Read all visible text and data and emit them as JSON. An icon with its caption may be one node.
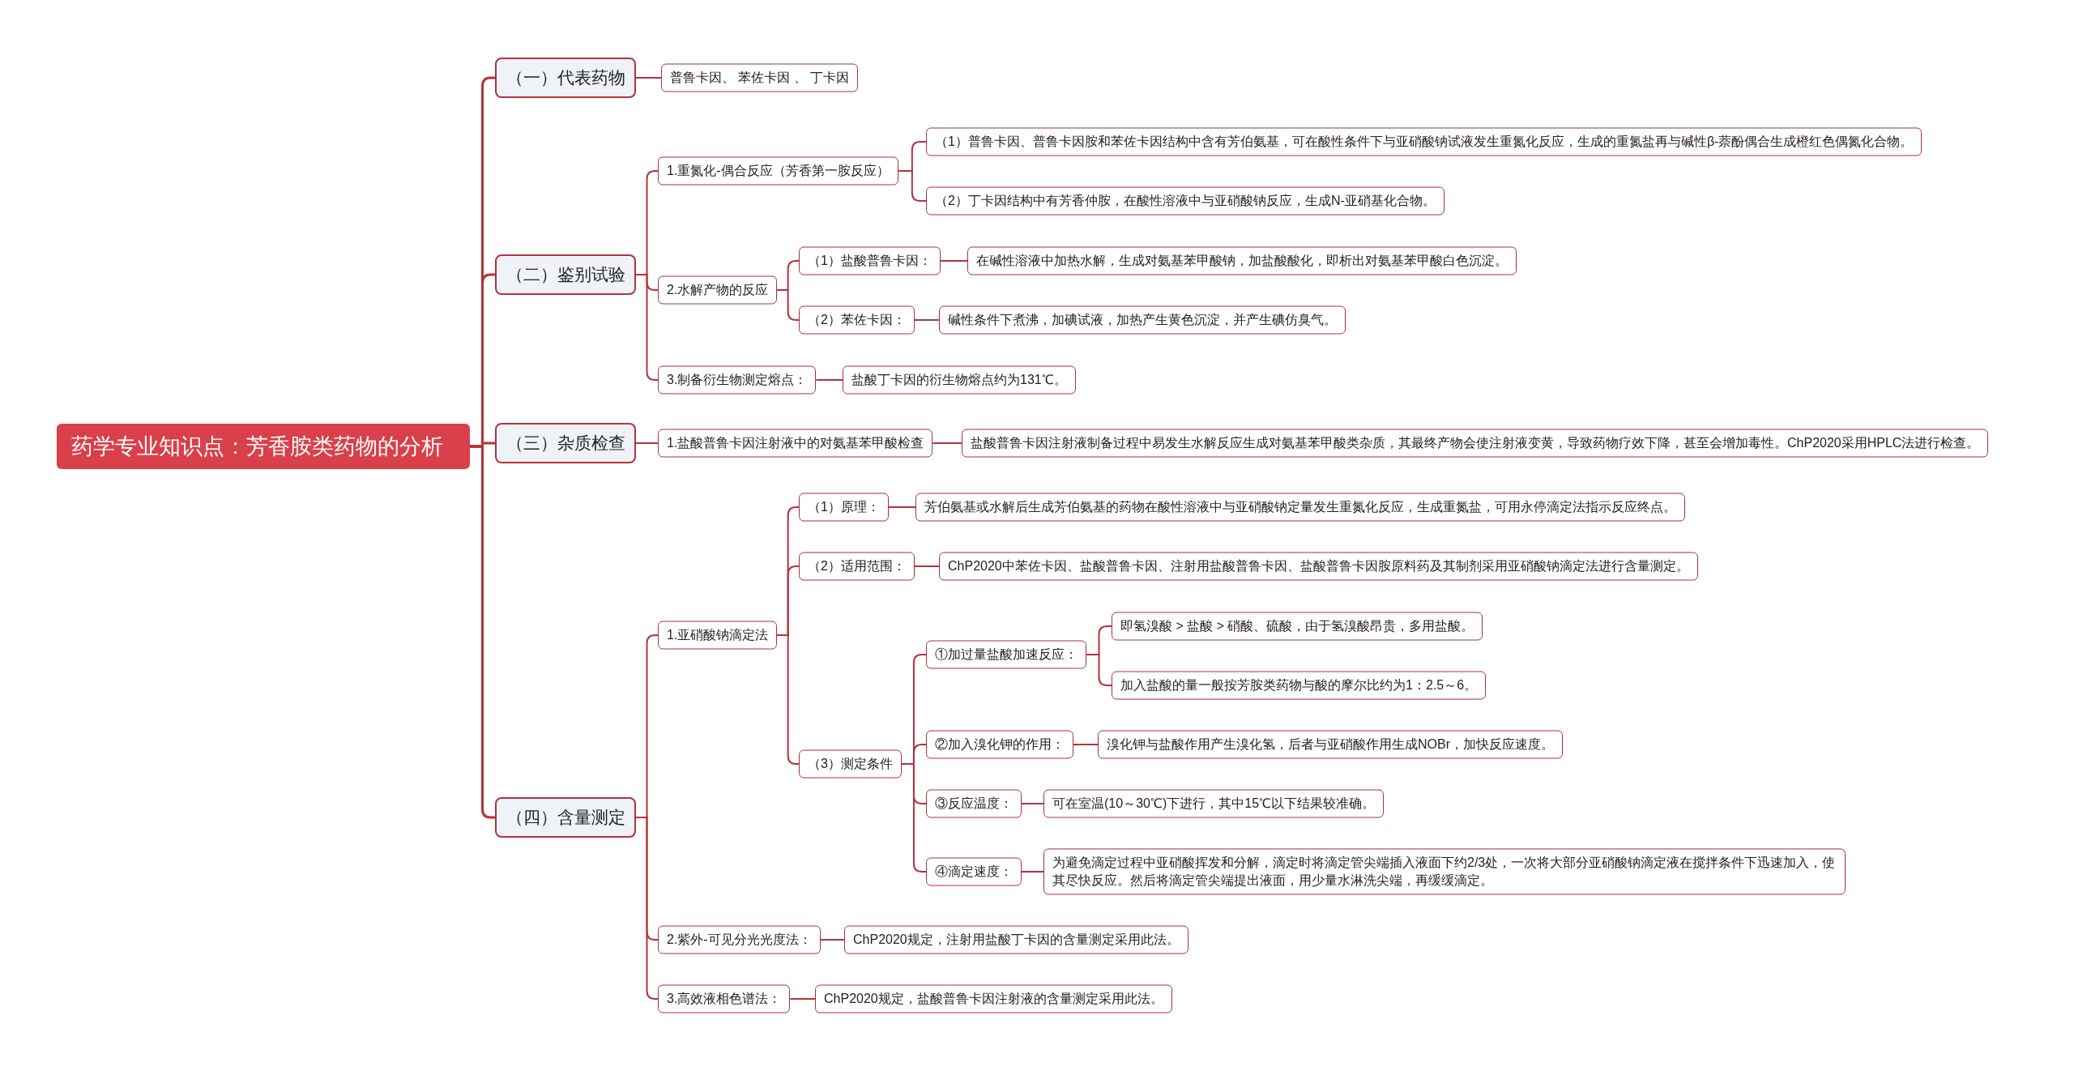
{
  "diagram": {
    "nodes": [
      {
        "text": [
          "药学专业知识点：芳香胺类药物的分析"
        ]
      },
      {
        "text": [
          "（一）代表药物"
        ]
      },
      {
        "text": [
          "普鲁卡因、 苯佐卡因 、 丁卡因"
        ]
      },
      {
        "text": [
          "（二）鉴别试验"
        ]
      },
      {
        "text": [
          "1.重氮化-偶合反应（芳香第一胺反应）"
        ]
      },
      {
        "text": [
          "（1）普鲁卡因、普鲁卡因胺和苯佐卡因结构中含有芳伯氨基，可在酸性条件下与亚硝酸钠试液发生重氮化反应，生成的重氮盐再与碱性β-萘酚偶合生成橙红色偶氮化合物。"
        ]
      },
      {
        "text": [
          "（2）丁卡因结构中有芳香仲胺，在酸性溶液中与亚硝酸钠反应，生成N-亚硝基化合物。"
        ]
      },
      {
        "text": [
          "2.水解产物的反应"
        ]
      },
      {
        "text": [
          "（1）盐酸普鲁卡因："
        ]
      },
      {
        "text": [
          "在碱性溶液中加热水解，生成对氨基苯甲酸钠，加盐酸酸化，即析出对氨基苯甲酸白色沉淀。"
        ]
      },
      {
        "text": [
          "（2）苯佐卡因："
        ]
      },
      {
        "text": [
          "碱性条件下煮沸，加碘试液，加热产生黄色沉淀，并产生碘仿臭气。"
        ]
      },
      {
        "text": [
          "3.制备衍生物测定熔点："
        ]
      },
      {
        "text": [
          "盐酸丁卡因的衍生物熔点约为131℃。"
        ]
      },
      {
        "text": [
          "（三）杂质检查"
        ]
      },
      {
        "text": [
          "1.盐酸普鲁卡因注射液中的对氨基苯甲酸检查"
        ]
      },
      {
        "text": [
          "盐酸普鲁卡因注射液制备过程中易发生水解反应生成对氨基苯甲酸类杂质，其最终产物会使注射液变黄，导致药物疗效下降，甚至会增加毒性。ChP2020采用HPLC法进行检查。"
        ]
      },
      {
        "text": [
          "（四）含量测定"
        ]
      },
      {
        "text": [
          "1.亚硝酸钠滴定法"
        ]
      },
      {
        "text": [
          "（1）原理："
        ]
      },
      {
        "text": [
          "芳伯氨基或水解后生成芳伯氨基的药物在酸性溶液中与亚硝酸钠定量发生重氮化反应，生成重氮盐，可用永停滴定法指示反应终点。"
        ]
      },
      {
        "text": [
          "（2）适用范围："
        ]
      },
      {
        "text": [
          "ChP2020中苯佐卡因、盐酸普鲁卡因、注射用盐酸普鲁卡因、盐酸普鲁卡因胺原料药及其制剂采用亚硝酸钠滴定法进行含量测定。"
        ]
      },
      {
        "text": [
          "（3）测定条件"
        ]
      },
      {
        "text": [
          "①加过量盐酸加速反应："
        ]
      },
      {
        "text": [
          "即氢溴酸 > 盐酸 > 硝酸、硫酸，由于氢溴酸昂贵，多用盐酸。"
        ]
      },
      {
        "text": [
          "加入盐酸的量一般按芳胺类药物与酸的摩尔比约为1：2.5～6。"
        ]
      },
      {
        "text": [
          "②加入溴化钾的作用："
        ]
      },
      {
        "text": [
          "溴化钾与盐酸作用产生溴化氢，后者与亚硝酸作用生成NOBr，加快反应速度。"
        ]
      },
      {
        "text": [
          "③反应温度："
        ]
      },
      {
        "text": [
          "可在室温(10～30℃)下进行，其中15℃以下结果较准确。"
        ]
      },
      {
        "text": [
          "④滴定速度："
        ]
      },
      {
        "text": [
          "为避免滴定过程中亚硝酸挥发和分解，滴定时将滴定管尖端插入液面下约2/3处，一次将大部分亚硝酸钠滴定液在搅拌条件下迅速加入，使其尽快反应。然后将滴定管尖端提出液面，用少量水淋洗尖端，再缓缓滴定。"
        ]
      },
      {
        "text": [
          "2.紫外-可见分光光度法："
        ]
      },
      {
        "text": [
          "ChP2020规定，注射用盐酸丁卡因的含量测定采用此法。"
        ]
      },
      {
        "text": [
          "3.高效液相色谱法："
        ]
      },
      {
        "text": [
          "ChP2020规定，盐酸普鲁卡因注射液的含量测定采用此法。"
        ]
      }
    ],
    "edges": [
      {
        "from": 0,
        "to": 1,
        "arrow": "none"
      },
      {
        "from": 0,
        "to": 3,
        "arrow": "none"
      },
      {
        "from": 0,
        "to": 14,
        "arrow": "none"
      },
      {
        "from": 0,
        "to": 17,
        "arrow": "none"
      },
      {
        "from": 1,
        "to": 2,
        "arrow": "none"
      },
      {
        "from": 3,
        "to": 4,
        "arrow": "none"
      },
      {
        "from": 3,
        "to": 7,
        "arrow": "none"
      },
      {
        "from": 3,
        "to": 12,
        "arrow": "none"
      },
      {
        "from": 4,
        "to": 5,
        "arrow": "none"
      },
      {
        "from": 4,
        "to": 6,
        "arrow": "none"
      },
      {
        "from": 7,
        "to": 8,
        "arrow": "none"
      },
      {
        "from": 7,
        "to": 10,
        "arrow": "none"
      },
      {
        "from": 8,
        "to": 9,
        "arrow": "none"
      },
      {
        "from": 10,
        "to": 11,
        "arrow": "none"
      },
      {
        "from": 12,
        "to": 13,
        "arrow": "none"
      },
      {
        "from": 14,
        "to": 15,
        "arrow": "none"
      },
      {
        "from": 15,
        "to": 16,
        "arrow": "none"
      },
      {
        "from": 17,
        "to": 18,
        "arrow": "none"
      },
      {
        "from": 17,
        "to": 33,
        "arrow": "none"
      },
      {
        "from": 17,
        "to": 35,
        "arrow": "none"
      },
      {
        "from": 18,
        "to": 19,
        "arrow": "none"
      },
      {
        "from": 18,
        "to": 21,
        "arrow": "none"
      },
      {
        "from": 18,
        "to": 23,
        "arrow": "none"
      },
      {
        "from": 19,
        "to": 20,
        "arrow": "none"
      },
      {
        "from": 21,
        "to": 22,
        "arrow": "none"
      },
      {
        "from": 23,
        "to": 24,
        "arrow": "none"
      },
      {
        "from": 23,
        "to": 27,
        "arrow": "none"
      },
      {
        "from": 23,
        "to": 29,
        "arrow": "none"
      },
      {
        "from": 23,
        "to": 31,
        "arrow": "none"
      },
      {
        "from": 24,
        "to": 25,
        "arrow": "none"
      },
      {
        "from": 24,
        "to": 26,
        "arrow": "none"
      },
      {
        "from": 27,
        "to": 28,
        "arrow": "none"
      },
      {
        "from": 29,
        "to": 30,
        "arrow": "none"
      },
      {
        "from": 31,
        "to": 32,
        "arrow": "none"
      },
      {
        "from": 33,
        "to": 34,
        "arrow": "none"
      },
      {
        "from": 35,
        "to": 36,
        "arrow": "none"
      }
    ]
  }
}
